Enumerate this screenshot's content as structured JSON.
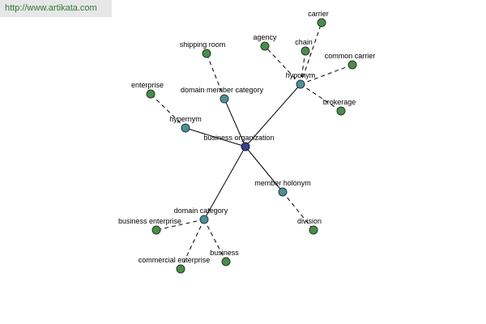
{
  "banner": {
    "url_text": "http://www.artikata.com"
  },
  "colors": {
    "leaf_node": "#4f8a4f",
    "relation_node": "#4f8f96",
    "root_node": "#3a3f8f",
    "banner_text": "#2f7a2f",
    "banner_bg": "#e7e7e7"
  },
  "graph": {
    "root": {
      "id": "business-organization",
      "label": "business organization"
    },
    "relations": [
      {
        "id": "hyponym",
        "label": "hyponym",
        "children": [
          {
            "id": "carrier",
            "label": "carrier"
          },
          {
            "id": "agency",
            "label": "agency"
          },
          {
            "id": "chain",
            "label": "chain"
          },
          {
            "id": "common-carrier",
            "label": "common carrier"
          },
          {
            "id": "brokerage",
            "label": "brokerage"
          }
        ]
      },
      {
        "id": "domain-member-category",
        "label": "domain member category",
        "children": [
          {
            "id": "shipping-room",
            "label": "shipping room"
          }
        ]
      },
      {
        "id": "hypernym",
        "label": "hypernym",
        "children": [
          {
            "id": "enterprise",
            "label": "enterprise"
          }
        ]
      },
      {
        "id": "member-holonym",
        "label": "member holonym",
        "children": [
          {
            "id": "division",
            "label": "division"
          }
        ]
      },
      {
        "id": "domain-category",
        "label": "domain category",
        "children": [
          {
            "id": "business-enterprise",
            "label": "business enterprise"
          },
          {
            "id": "commercial-enterprise",
            "label": "commercial enterprise"
          },
          {
            "id": "business",
            "label": "business"
          }
        ]
      }
    ]
  }
}
